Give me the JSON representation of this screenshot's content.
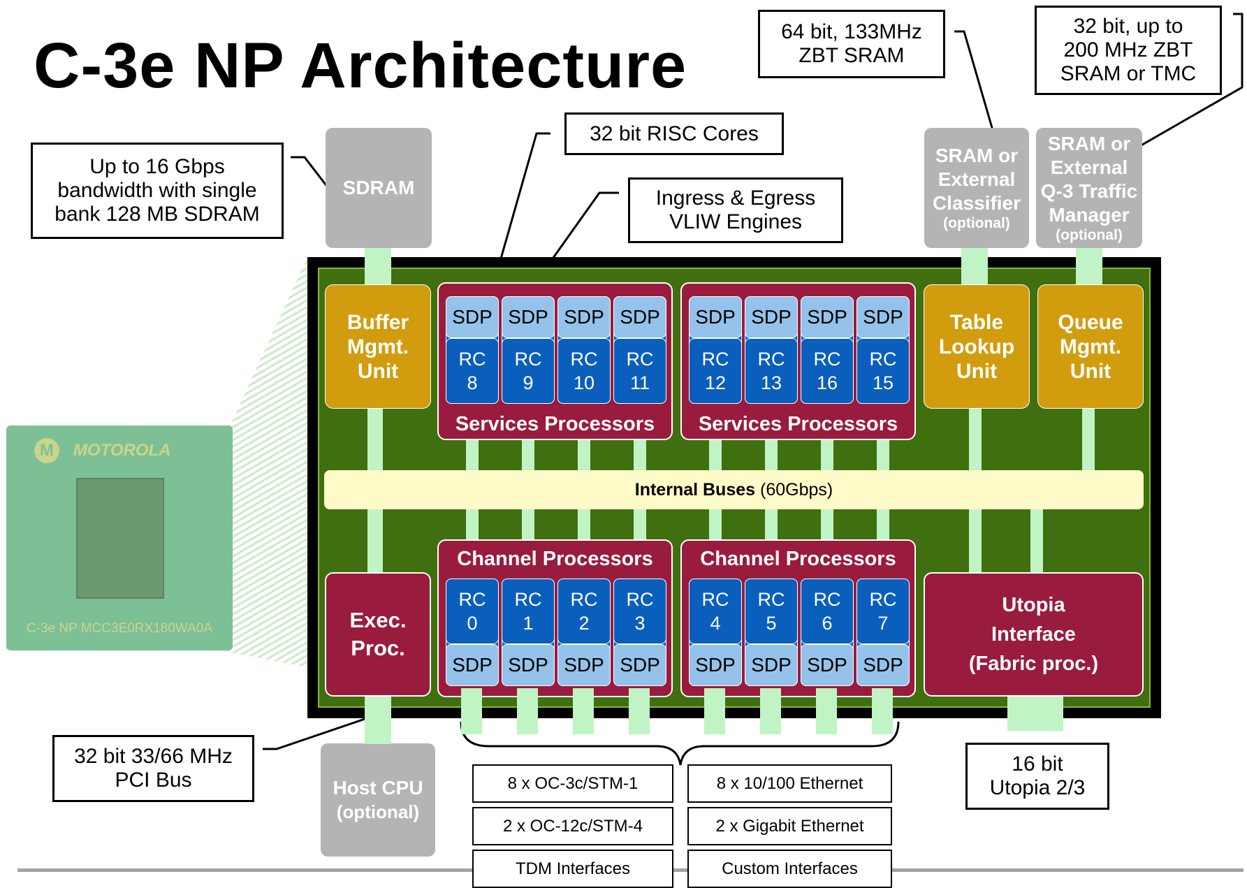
{
  "title": "C-3e NP Architecture",
  "callouts": {
    "sram_64": "64 bit, 133MHz\nZBT SRAM",
    "sram_32": "32 bit, up to\n200 MHz ZBT\nSRAM or TMC",
    "risc": "32 bit RISC Cores",
    "vliw": "Ingress & Egress\nVLIW Engines",
    "bandwidth": "Up to 16 Gbps\nbandwidth with single\nbank 128 MB SDRAM",
    "pci": "32 bit 33/66 MHz\nPCI Bus",
    "utopia": "16 bit\nUtopia 2/3"
  },
  "external": {
    "sdram": "SDRAM",
    "sram_classifier": [
      "SRAM or",
      "External",
      "Classifier"
    ],
    "sram_classifier_note": "(optional)",
    "sram_traffic": [
      "SRAM or",
      "External",
      "Q-3 Traffic",
      "Manager"
    ],
    "sram_traffic_note": "(optional)",
    "host_cpu": "Host CPU",
    "host_cpu_note": "(optional)"
  },
  "units": {
    "buffer": "Buffer\nMgmt.\nUnit",
    "table": "Table\nLookup\nUnit",
    "queue": "Queue\nMgmt.\nUnit",
    "exec": "Exec.\nProc.",
    "utopia": "Utopia\nInterface\n(Fabric proc.)"
  },
  "services_groups": [
    {
      "label": "Services Processors",
      "rcs": [
        "RC\n8",
        "RC\n9",
        "RC\n10",
        "RC\n11"
      ]
    },
    {
      "label": "Services Processors",
      "rcs": [
        "RC\n12",
        "RC\n13",
        "RC\n16",
        "RC\n15"
      ]
    }
  ],
  "channel_groups": [
    {
      "label": "Channel Processors",
      "rcs": [
        "RC\n0",
        "RC\n1",
        "RC\n2",
        "RC\n3"
      ]
    },
    {
      "label": "Channel Processors",
      "rcs": [
        "RC\n4",
        "RC\n5",
        "RC\n6",
        "RC\n7"
      ]
    }
  ],
  "sdp_label": "SDP",
  "bus": {
    "bold": "Internal Buses",
    "rest": " (60Gbps)"
  },
  "interfaces_left": [
    "8 x OC-3c/STM-1",
    "2 x OC-12c/STM-4",
    "TDM Interfaces"
  ],
  "interfaces_right": [
    "8 x 10/100 Ethernet",
    "2 x Gigabit Ethernet",
    "Custom Interfaces"
  ],
  "chip": {
    "brand": "MOTOROLA",
    "part": "C-3e NP MCC3E0RX180WA0A"
  },
  "colors": {
    "board_green": "#3f6f0e",
    "unit_gold": "#d29c0f",
    "group_maroon": "#991b3d",
    "rc_blue": "#0b5fbc",
    "sdp_lightblue": "#94c2ea",
    "bus_cream": "#fffbc9",
    "connector_green": "#c0f4c4",
    "external_gray": "#b4b4b4"
  }
}
